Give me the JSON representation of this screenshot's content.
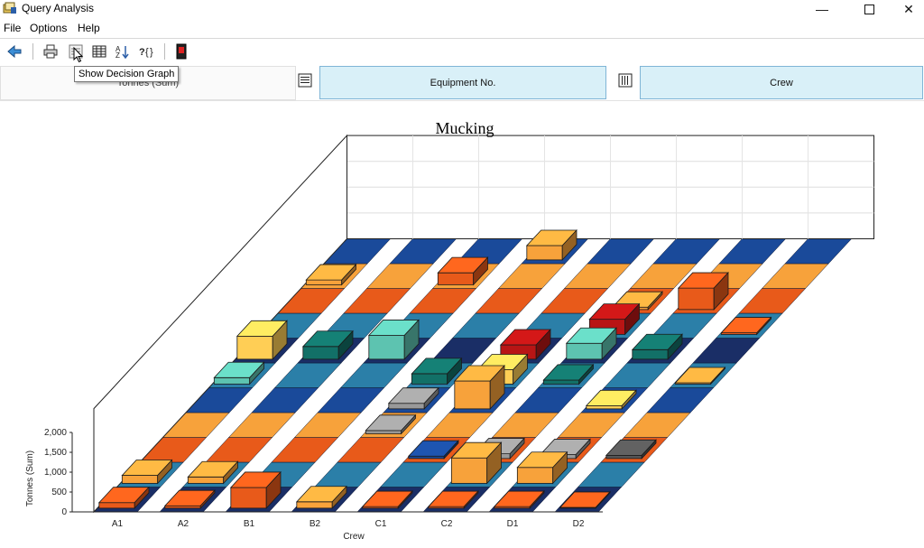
{
  "window": {
    "title": "Query Analysis",
    "minimize_icon": "minimize-icon",
    "maximize_icon": "maximize-icon",
    "close_icon": "close-icon"
  },
  "menu": [
    "File",
    "Options",
    "Help"
  ],
  "toolbar": {
    "buttons": [
      "back-arrow-icon",
      "print-icon",
      "decision-graph-icon",
      "grid-icon",
      "sort-icon",
      "query-icon",
      "exit-icon"
    ],
    "tooltip": "Show Decision Graph"
  },
  "fields": {
    "data_field": "Tonnes (Sum)",
    "row_field": "Equipment No.",
    "column_field": "Crew"
  },
  "chart_data": {
    "type": "bar",
    "style": "3d-stacked-rows",
    "title": "Mucking",
    "xlabel": "Crew",
    "ylabel": "Tonnes (Sum)",
    "yticks": [
      "0",
      "500",
      "1,000",
      "1,500",
      "2,000"
    ],
    "ylim": [
      0,
      2000
    ],
    "categories": [
      "A1",
      "A2",
      "B1",
      "B2",
      "C1",
      "C2",
      "D1",
      "D2"
    ],
    "colors": [
      "#f7a23b",
      "#e85a1a",
      "#127067",
      "#5dc3b0",
      "#ffce55",
      "#b81515",
      "#999999",
      "#1a4a9a",
      "#ffea90",
      "#3a96c8"
    ],
    "bars": [
      {
        "crew": "A1",
        "depth": 0,
        "value": 140,
        "color": "#e85a1a"
      },
      {
        "crew": "A1",
        "depth": 1,
        "value": 200,
        "color": "#f7a23b"
      },
      {
        "crew": "A1",
        "depth": 5,
        "value": 160,
        "color": "#5dc3b0"
      },
      {
        "crew": "A1",
        "depth": 6,
        "value": 580,
        "color": "#ffce55"
      },
      {
        "crew": "A1",
        "depth": 9,
        "value": 120,
        "color": "#f7a23b"
      },
      {
        "crew": "A2",
        "depth": 0,
        "value": 60,
        "color": "#e85a1a"
      },
      {
        "crew": "A2",
        "depth": 1,
        "value": 160,
        "color": "#f7a23b"
      },
      {
        "crew": "A2",
        "depth": 6,
        "value": 320,
        "color": "#127067"
      },
      {
        "crew": "B1",
        "depth": 0,
        "value": 520,
        "color": "#e85a1a"
      },
      {
        "crew": "B1",
        "depth": 6,
        "value": 600,
        "color": "#5dc3b0"
      },
      {
        "crew": "B1",
        "depth": 9,
        "value": 300,
        "color": "#e85a1a"
      },
      {
        "crew": "B2",
        "depth": 0,
        "value": 160,
        "color": "#f7a23b"
      },
      {
        "crew": "B2",
        "depth": 3,
        "value": 80,
        "color": "#999999"
      },
      {
        "crew": "B2",
        "depth": 4,
        "value": 140,
        "color": "#999999"
      },
      {
        "crew": "B2",
        "depth": 5,
        "value": 260,
        "color": "#127067"
      },
      {
        "crew": "B2",
        "depth": 10,
        "value": 360,
        "color": "#f7a23b"
      },
      {
        "crew": "C1",
        "depth": 0,
        "value": 40,
        "color": "#e85a1a"
      },
      {
        "crew": "C1",
        "depth": 2,
        "value": 60,
        "color": "#1a4a9a"
      },
      {
        "crew": "C1",
        "depth": 4,
        "value": 700,
        "color": "#f7a23b"
      },
      {
        "crew": "C1",
        "depth": 5,
        "value": 360,
        "color": "#ffce55"
      },
      {
        "crew": "C1",
        "depth": 6,
        "value": 360,
        "color": "#b81515"
      },
      {
        "crew": "C2",
        "depth": 0,
        "value": 40,
        "color": "#e85a1a"
      },
      {
        "crew": "C2",
        "depth": 1,
        "value": 640,
        "color": "#f7a23b"
      },
      {
        "crew": "C2",
        "depth": 2,
        "value": 120,
        "color": "#999999"
      },
      {
        "crew": "C2",
        "depth": 5,
        "value": 100,
        "color": "#127067"
      },
      {
        "crew": "C2",
        "depth": 6,
        "value": 400,
        "color": "#5dc3b0"
      },
      {
        "crew": "C2",
        "depth": 7,
        "value": 380,
        "color": "#b81515"
      },
      {
        "crew": "C2",
        "depth": 8,
        "value": 60,
        "color": "#f7a23b"
      },
      {
        "crew": "D1",
        "depth": 0,
        "value": 40,
        "color": "#e85a1a"
      },
      {
        "crew": "D1",
        "depth": 1,
        "value": 400,
        "color": "#f7a23b"
      },
      {
        "crew": "D1",
        "depth": 2,
        "value": 100,
        "color": "#999999"
      },
      {
        "crew": "D1",
        "depth": 4,
        "value": 80,
        "color": "#ffce55"
      },
      {
        "crew": "D1",
        "depth": 6,
        "value": 240,
        "color": "#127067"
      },
      {
        "crew": "D1",
        "depth": 8,
        "value": 540,
        "color": "#e85a1a"
      },
      {
        "crew": "D2",
        "depth": 0,
        "value": 20,
        "color": "#e85a1a"
      },
      {
        "crew": "D2",
        "depth": 2,
        "value": 80,
        "color": "#555555"
      },
      {
        "crew": "D2",
        "depth": 5,
        "value": 30,
        "color": "#f7a23b"
      },
      {
        "crew": "D2",
        "depth": 7,
        "value": 40,
        "color": "#e85a1a"
      }
    ],
    "floor_stripes": [
      "#1a2e66",
      "#2b7fa8",
      "#e85a1a",
      "#f7a23b",
      "#1a4a9a",
      "#2b7fa8"
    ]
  }
}
